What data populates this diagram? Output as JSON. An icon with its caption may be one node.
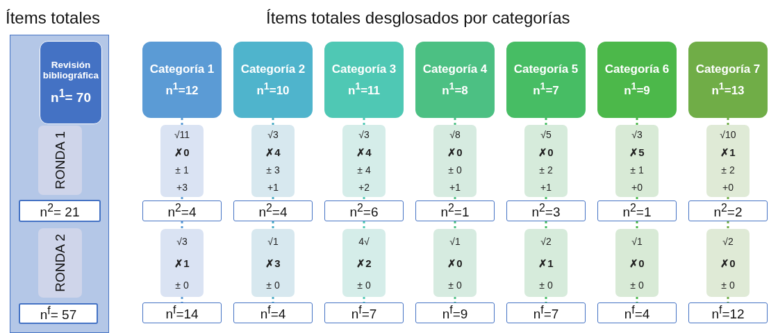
{
  "diagram": {
    "nodes": [
      {
        "text": [],
        "shape": "box"
      },
      {
        "text": [
          "Revisión bibliográfica",
          "n$^{1}$= 70"
        ],
        "in": 0
      },
      {
        "text": [
          "RONDA 1"
        ],
        "in": 0
      },
      {
        "text": [
          "n$^{2}$= 21"
        ],
        "in": 0
      },
      {
        "text": [
          "RONDA 2"
        ],
        "in": 0
      },
      {
        "text": [
          "n$^{f}$= 57"
        ],
        "in": 0
      },
      {
        "text": [
          "Categoría 1",
          "n$^{1}$=12"
        ]
      },
      {
        "text": [
          "√11",
          "✗0",
          "± 1",
          "+3"
        ]
      },
      {
        "text": [
          "n$^{2}$=4"
        ]
      },
      {
        "text": [
          "√3",
          "✗1",
          "± 0"
        ]
      },
      {
        "text": [
          "n$^{f}$=14"
        ]
      },
      {
        "text": [
          "Categoría 2",
          "n$^{1}$=10"
        ]
      },
      {
        "text": [
          "√3",
          "✗4",
          "± 3",
          "+1"
        ]
      },
      {
        "text": [
          "n$^{2}$=4"
        ]
      },
      {
        "text": [
          "√1",
          "✗3",
          "± 0"
        ]
      },
      {
        "text": [
          "n$^{f}$=4"
        ]
      },
      {
        "text": [
          "Categoría 3",
          "n$^{1}$=11"
        ]
      },
      {
        "text": [
          "√3",
          "✗4",
          "± 4",
          "+2"
        ]
      },
      {
        "text": [
          "n$^{2}$=6"
        ]
      },
      {
        "text": [
          "4√",
          "✗2",
          "± 0"
        ]
      },
      {
        "text": [
          "n$^{f}$=7"
        ]
      },
      {
        "text": [
          "Categoría 4",
          "n$^{1}$=8"
        ]
      },
      {
        "text": [
          "√8",
          "✗0",
          "± 0",
          "+1"
        ]
      },
      {
        "text": [
          "n$^{2}$=1"
        ]
      },
      {
        "text": [
          "√1",
          "✗0",
          "± 0"
        ]
      },
      {
        "text": [
          "n$^{f}$=9"
        ]
      },
      {
        "text": [
          "Categoría 5",
          "n$^{1}$=7"
        ]
      },
      {
        "text": [
          "√5",
          "✗0",
          "± 2",
          "+1"
        ]
      },
      {
        "text": [
          "n$^{2}$=3"
        ]
      },
      {
        "text": [
          "√2",
          "✗1",
          "± 0"
        ]
      },
      {
        "text": [
          "n$^{f}$=7"
        ]
      },
      {
        "text": [
          "Categoría 6",
          "n$^{1}$=9"
        ]
      },
      {
        "text": [
          "√3",
          "✗5",
          "± 1",
          "+0"
        ]
      },
      {
        "text": [
          "n$^{2}$=1"
        ]
      },
      {
        "text": [
          "√1",
          "✗0",
          "± 0"
        ]
      },
      {
        "text": [
          "n$^{f}$=4"
        ]
      },
      {
        "text": [
          "Categoría 7",
          "n$^{1}$=13"
        ]
      },
      {
        "text": [
          "√10",
          "✗1",
          "± 2",
          "+0"
        ]
      },
      {
        "text": [
          "n$^{2}$=2"
        ]
      },
      {
        "text": [
          "√2",
          "✗0",
          "± 0"
        ]
      },
      {
        "text": [
          "n$^{f}$=12"
        ]
      }
    ],
    "edges": [
      {
        "from": 6,
        "to": 7,
        "arrow": "none",
        "style": "dashed",
        "color": "#5b9bd5"
      },
      {
        "from": 7,
        "to": 8,
        "arrow": "none",
        "style": "dashed",
        "color": "#5b9bd5"
      },
      {
        "from": 8,
        "to": 9,
        "arrow": "none",
        "style": "dashed",
        "color": "#5b9bd5"
      },
      {
        "from": 9,
        "to": 10,
        "arrow": "none",
        "style": "dashed",
        "color": "#5b9bd5"
      },
      {
        "from": 11,
        "to": 12,
        "arrow": "none",
        "style": "dashed",
        "color": "#4bacc6"
      },
      {
        "from": 12,
        "to": 13,
        "arrow": "none",
        "style": "dashed",
        "color": "#4bacc6"
      },
      {
        "from": 13,
        "to": 14,
        "arrow": "none",
        "style": "dashed",
        "color": "#4bacc6"
      },
      {
        "from": 14,
        "to": 15,
        "arrow": "none",
        "style": "dashed",
        "color": "#4bacc6"
      },
      {
        "from": 16,
        "to": 17,
        "arrow": "none",
        "style": "dashed",
        "color": "#4fc8b4"
      },
      {
        "from": 17,
        "to": 18,
        "arrow": "none",
        "style": "dashed",
        "color": "#4fc8b4"
      },
      {
        "from": 18,
        "to": 19,
        "arrow": "none",
        "style": "dashed",
        "color": "#4fc8b4"
      },
      {
        "from": 19,
        "to": 20,
        "arrow": "none",
        "style": "dashed",
        "color": "#4fc8b4"
      },
      {
        "from": 21,
        "to": 22,
        "arrow": "none",
        "style": "dashed",
        "color": "#4cc083"
      },
      {
        "from": 22,
        "to": 23,
        "arrow": "none",
        "style": "dashed",
        "color": "#4cc083"
      },
      {
        "from": 23,
        "to": 24,
        "arrow": "none",
        "style": "dashed",
        "color": "#4cc083"
      },
      {
        "from": 24,
        "to": 25,
        "arrow": "none",
        "style": "dashed",
        "color": "#4cc083"
      },
      {
        "from": 26,
        "to": 27,
        "arrow": "none",
        "style": "dashed",
        "color": "#47bd64"
      },
      {
        "from": 27,
        "to": 28,
        "arrow": "none",
        "style": "dashed",
        "color": "#47bd64"
      },
      {
        "from": 28,
        "to": 29,
        "arrow": "none",
        "style": "dashed",
        "color": "#47bd64"
      },
      {
        "from": 29,
        "to": 30,
        "arrow": "none",
        "style": "dashed",
        "color": "#47bd64"
      },
      {
        "from": 31,
        "to": 32,
        "arrow": "none",
        "style": "dashed",
        "color": "#4cb84a"
      },
      {
        "from": 32,
        "to": 33,
        "arrow": "none",
        "style": "dashed",
        "color": "#4cb84a"
      },
      {
        "from": 33,
        "to": 34,
        "arrow": "none",
        "style": "dashed",
        "color": "#4cb84a"
      },
      {
        "from": 34,
        "to": 35,
        "arrow": "none",
        "style": "dashed",
        "color": "#4cb84a"
      },
      {
        "from": 36,
        "to": 37,
        "arrow": "none",
        "style": "dashed",
        "color": "#70ad47"
      },
      {
        "from": 37,
        "to": 38,
        "arrow": "none",
        "style": "dashed",
        "color": "#70ad47"
      },
      {
        "from": 38,
        "to": 39,
        "arrow": "none",
        "style": "dashed",
        "color": "#70ad47"
      },
      {
        "from": 39,
        "to": 40,
        "arrow": "none",
        "style": "dashed",
        "color": "#70ad47"
      }
    ],
    "labels": [
      "Ítems totales",
      "Ítems totales desglosados por categorías"
    ]
  }
}
